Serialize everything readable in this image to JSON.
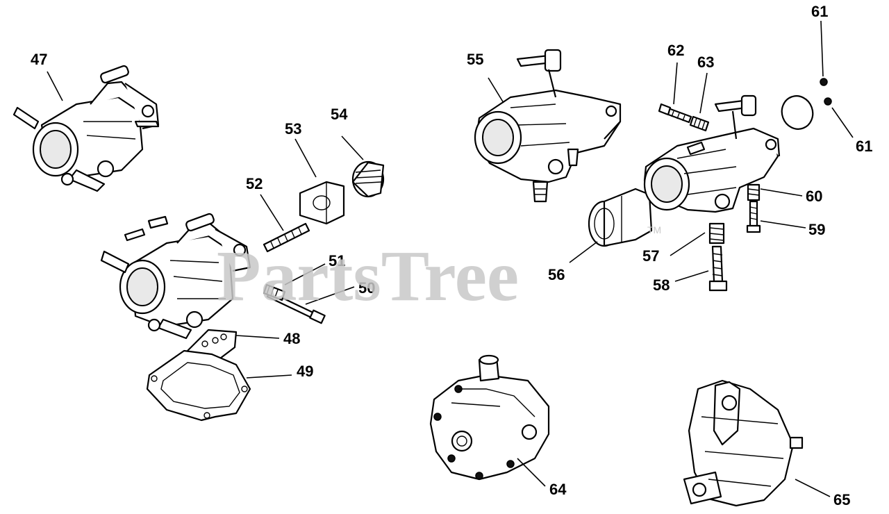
{
  "watermark": {
    "text": "PartsTree",
    "tm": "TM"
  },
  "callouts": {
    "c47": "47",
    "c48": "48",
    "c49": "49",
    "c50": "50",
    "c51": "51",
    "c52": "52",
    "c53": "53",
    "c54": "54",
    "c55": "55",
    "c56": "56",
    "c57": "57",
    "c58": "58",
    "c59": "59",
    "c60": "60",
    "c61a": "61",
    "c61b": "61",
    "c62": "62",
    "c63": "63",
    "c64": "64",
    "c65": "65"
  }
}
